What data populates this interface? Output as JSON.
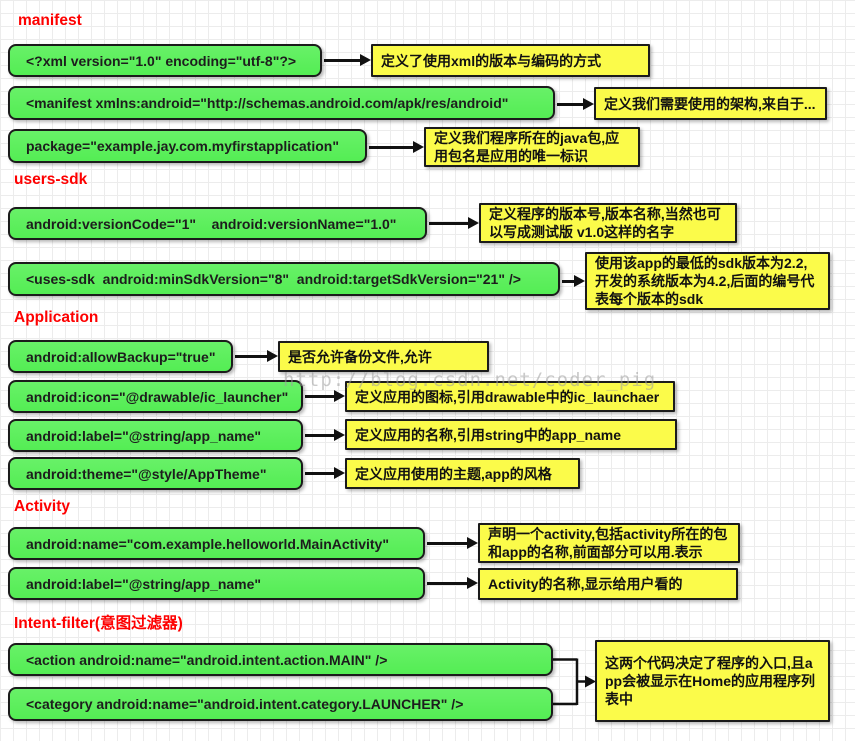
{
  "colors": {
    "box_green": "#5bef5b",
    "box_yellow": "#fbfb4a",
    "heading_red": "#fe0000",
    "border": "#1b1b1b"
  },
  "watermark": {
    "text": "http://blog.csdn.net/coder_pig"
  },
  "sections": [
    {
      "heading": "manifest",
      "rows": [
        {
          "code": "<?xml version=\"1.0\" encoding=\"utf-8\"?>",
          "note": "定义了使用xml的版本与编码的方式"
        },
        {
          "code": "<manifest xmlns:android=\"http://schemas.android.com/apk/res/android\"",
          "note": "定义我们需要使用的架构,来自于..."
        },
        {
          "code": "package=\"example.jay.com.myfirstapplication\"",
          "note": "定义我们程序所在的java包,应用包名是应用的唯一标识"
        }
      ]
    },
    {
      "heading": "users-sdk",
      "rows": [
        {
          "code": "android:versionCode=\"1\"    android:versionName=\"1.0\"",
          "note": "定义程序的版本号,版本名称,当然也可以写成测试版 v1.0这样的名字"
        },
        {
          "code": "<uses-sdk  android:minSdkVersion=\"8\"  android:targetSdkVersion=\"21\" />",
          "note": "使用该app的最低的sdk版本为2.2,开发的系统版本为4.2,后面的编号代表每个版本的sdk"
        }
      ]
    },
    {
      "heading": "Application",
      "rows": [
        {
          "code": "android:allowBackup=\"true\"",
          "note": "是否允许备份文件,允许"
        },
        {
          "code": "android:icon=\"@drawable/ic_launcher\"",
          "note": "定义应用的图标,引用drawable中的ic_launchaer"
        },
        {
          "code": "android:label=\"@string/app_name\"",
          "note": "定义应用的名称,引用string中的app_name"
        },
        {
          "code": "android:theme=\"@style/AppTheme\"",
          "note": "定义应用使用的主题,app的风格"
        }
      ]
    },
    {
      "heading": "Activity",
      "rows": [
        {
          "code": "android:name=\"com.example.helloworld.MainActivity\"",
          "note": "声明一个activity,包括activity所在的包和app的名称,前面部分可以用.表示"
        },
        {
          "code": "android:label=\"@string/app_name\"",
          "note": "Activity的名称,显示给用户看的"
        }
      ]
    },
    {
      "heading": "Intent-filter(意图过滤器)",
      "rows": [
        {
          "code": "<action android:name=\"android.intent.action.MAIN\" />"
        },
        {
          "code": "<category android:name=\"android.intent.category.LAUNCHER\" />"
        }
      ],
      "shared_note": "这两个代码决定了程序的入口,且app会被显示在Home的应用程序列表中"
    }
  ]
}
